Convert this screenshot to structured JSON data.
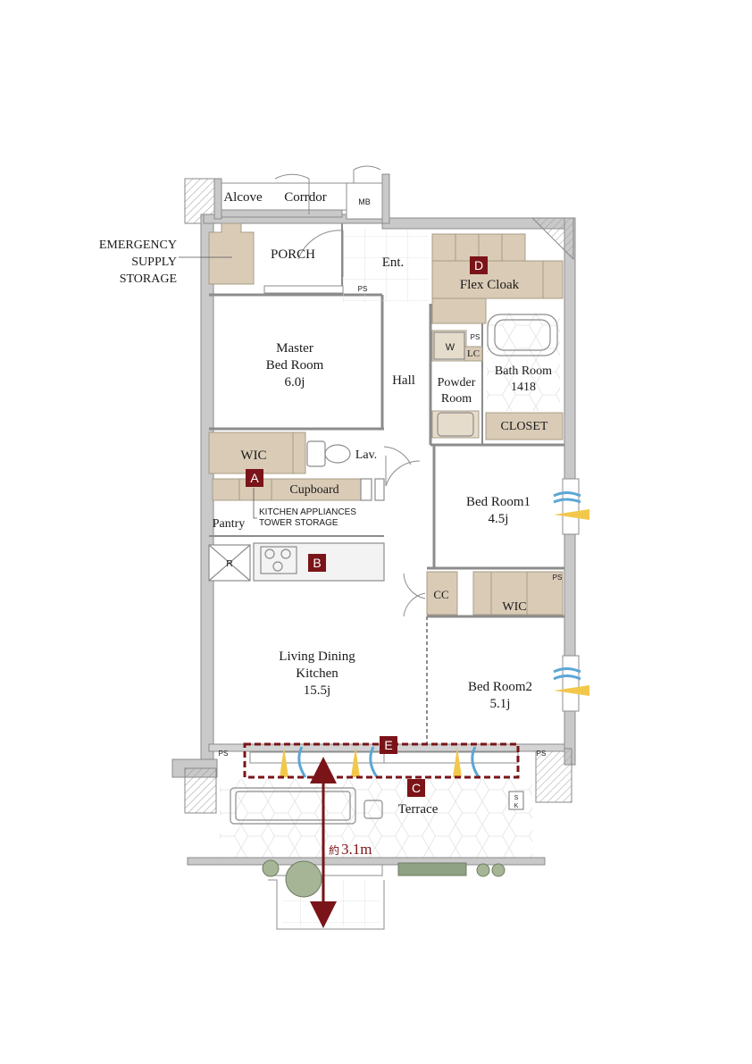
{
  "rooms": {
    "alcove": "Alcove",
    "corridor": "Corrdor",
    "mb": "MB",
    "porch": "PORCH",
    "entrance": "Ent.",
    "flex_cloak": "Flex Cloak",
    "master_bed_line1": "Master",
    "master_bed_line2": "Bed Room",
    "master_bed_size": "6.0j",
    "hall": "Hall",
    "w": "W",
    "ps_bath": "PS",
    "lc": "LC",
    "bath_room": "Bath Room",
    "bath_size": "1418",
    "powder_line1": "Powder",
    "powder_line2": "Room",
    "closet": "CLOSET",
    "wic_master": "WIC",
    "lavatory": "Lav.",
    "cupboard": "Cupboard",
    "pantry": "Pantry",
    "kitchen_appliances_line1": "KITCHEN APPLIANCES",
    "kitchen_appliances_line2": "TOWER STORAGE",
    "refrigerator": "R",
    "bed1": "Bed Room1",
    "bed1_size": "4.5j",
    "cc": "CC",
    "wic_bed2": "WIC",
    "ps_bed2": "PS",
    "ldk_line1": "Living Dining",
    "ldk_line2": "Kitchen",
    "ldk_size": "15.5j",
    "bed2": "Bed Room2",
    "bed2_size": "5.1j",
    "ps_left": "PS",
    "ps_right": "PS",
    "ps_porch": "PS",
    "terrace": "Terrace",
    "sk_line1": "S",
    "sk_line2": "K"
  },
  "callout": {
    "emergency_line1": "EMERGENCY",
    "emergency_line2": "SUPPLY",
    "emergency_line3": "STORAGE"
  },
  "markers": {
    "a": "A",
    "b": "B",
    "c": "C",
    "d": "D",
    "e": "E"
  },
  "dimension": {
    "prefix": "約",
    "value": "3.1m"
  },
  "colors": {
    "wall": "#bdbdbd",
    "storage": "#d9cbb6",
    "marker": "#7a1418",
    "floor_line": "#9a9a9a",
    "wind": "#5ba7d6",
    "light": "#f2c84b"
  }
}
